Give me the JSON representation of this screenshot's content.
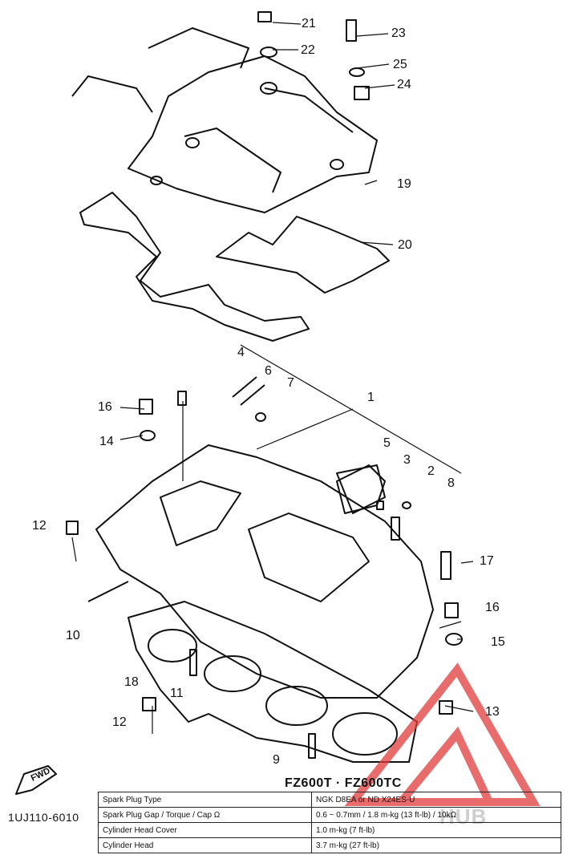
{
  "callouts": [
    {
      "id": "21",
      "text": "21"
    },
    {
      "id": "22",
      "text": "22"
    },
    {
      "id": "23",
      "text": "23"
    },
    {
      "id": "25",
      "text": "25"
    },
    {
      "id": "24",
      "text": "24"
    },
    {
      "id": "19",
      "text": "19"
    },
    {
      "id": "20",
      "text": "20"
    },
    {
      "id": "4",
      "text": "4"
    },
    {
      "id": "6",
      "text": "6"
    },
    {
      "id": "7",
      "text": "7"
    },
    {
      "id": "1",
      "text": "1"
    },
    {
      "id": "5",
      "text": "5"
    },
    {
      "id": "3",
      "text": "3"
    },
    {
      "id": "2",
      "text": "2"
    },
    {
      "id": "8",
      "text": "8"
    },
    {
      "id": "16a",
      "text": "16"
    },
    {
      "id": "14",
      "text": "14"
    },
    {
      "id": "12a",
      "text": "12"
    },
    {
      "id": "17",
      "text": "17"
    },
    {
      "id": "16b",
      "text": "16"
    },
    {
      "id": "15",
      "text": "15"
    },
    {
      "id": "10",
      "text": "10"
    },
    {
      "id": "18",
      "text": "18"
    },
    {
      "id": "11",
      "text": "11"
    },
    {
      "id": "13",
      "text": "13"
    },
    {
      "id": "12b",
      "text": "12"
    },
    {
      "id": "9",
      "text": "9"
    }
  ],
  "model_title": "FZ600T · FZ600TC",
  "fwd_label": "FWD",
  "part_number": "1UJ110-6010",
  "spec_table": [
    [
      "Spark Plug Type",
      "NGK D8EA or ND X24ES-U"
    ],
    [
      "Spark Plug Gap / Torque / Cap Ω",
      "0.6 ~ 0.7mm / 1.8 m-kg (13 ft-lb) / 10kΩ"
    ],
    [
      "Cylinder Head Cover",
      "1.0 m-kg (7 ft-lb)"
    ],
    [
      "Cylinder Head",
      "3.7 m-kg (27 ft-lb)"
    ]
  ],
  "watermark": "HUB",
  "colors": {
    "line": "#111111",
    "logo": "#e23b3b"
  }
}
